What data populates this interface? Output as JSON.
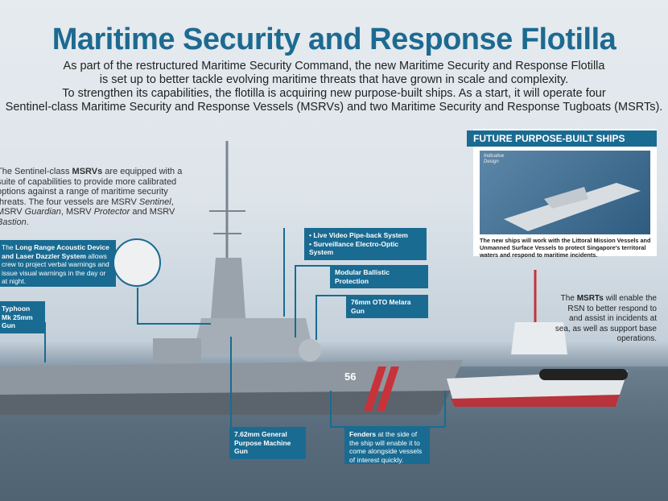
{
  "title": "Maritime Security and Response Flotilla",
  "intro": [
    "As part of the restructured Maritime Security Command, the new Maritime Security and Response Flotilla",
    "is set up to better tackle evolving maritime threats that have grown in scale and complexity.",
    "To strengthen its capabilities, the flotilla is acquiring new purpose-built ships. As a start, it will operate four",
    "Sentinel-class Maritime Security and Response Vessels (MSRVs) and two Maritime Security and Response Tugboats (MSRTs)."
  ],
  "msrv_text": {
    "a": "The Sentinel-class ",
    "b": "MSRVs",
    "c": " are equipped with a suite of capabilities to provide more calibrated options against a range of maritime security threats. The four vessels are MSRV ",
    "d": "Sentinel",
    "e": ", MSRV ",
    "f": "Guardian",
    "g": ", MSRV ",
    "h": "Protector",
    "i": " and MSRV ",
    "j": "Bastion",
    "k": "."
  },
  "labels": {
    "lrad": {
      "pre": "The ",
      "bold": "Long Range Acoustic Device and Laser Dazzler System",
      "post": " allows crew to project verbal warnings and issue visual warnings in the day or at night."
    },
    "typhoon": "Typhoon Mk 25mm Gun",
    "video": "• Live Video Pipe-back System",
    "eo": "• Surveillance Electro-Optic System",
    "ballistic": "Modular Ballistic Protection",
    "oto": "76mm OTO Melara Gun",
    "gpmg": "7.62mm General Purpose Machine Gun",
    "fenders": {
      "bold": "Fenders",
      "post": " at the side of the ship will enable it to come alongside vessels of interest quickly."
    }
  },
  "future": {
    "heading": "FUTURE PURPOSE-BUILT SHIPS",
    "indicative": "Indicative Design",
    "caption": "The new ships will work with the Littoral Mission Vessels and Unmanned Surface Vessels to protect Singapore's territoral waters and respond to maritime incidents."
  },
  "msrt": {
    "pre": "The ",
    "bold": "MSRTs",
    "post": " will enable the RSN to better respond to and assist in incidents at sea, as well as support base operations."
  },
  "hull_number": "56"
}
